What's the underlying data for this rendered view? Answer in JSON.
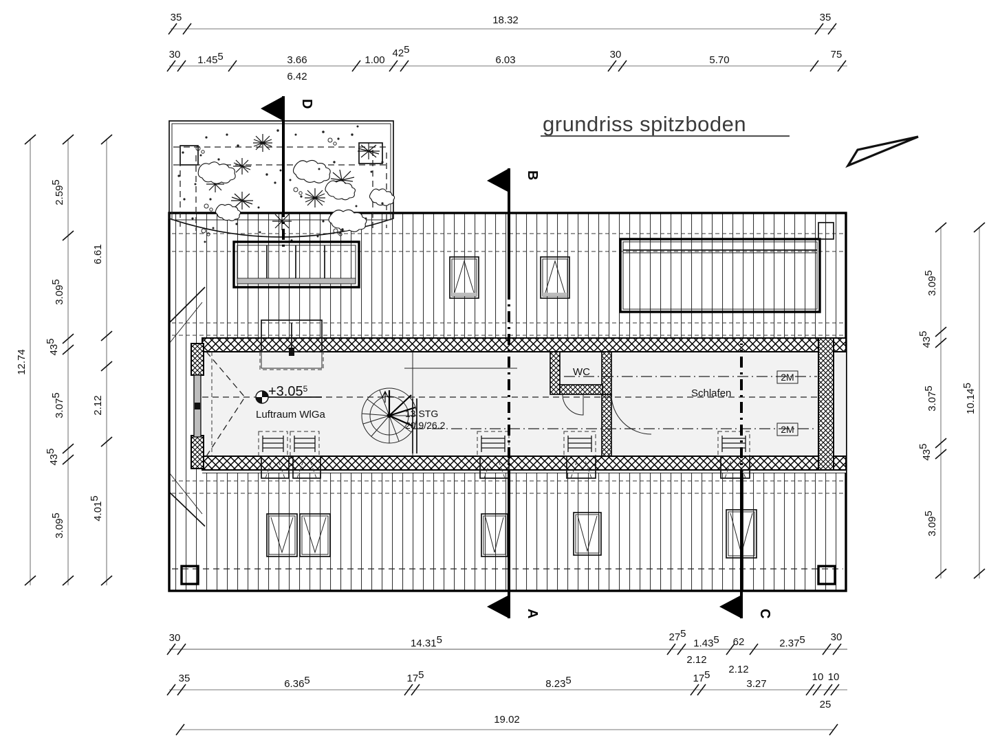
{
  "drawing": {
    "title": "grundriss spitzboden",
    "north_arrow_icon": "north-arrow-icon"
  },
  "rooms": [
    {
      "id": "luftraum",
      "label": "Luftraum WlGa"
    },
    {
      "id": "wc",
      "label": "WC"
    },
    {
      "id": "schlafen",
      "label": "Schlafen"
    }
  ],
  "annotations": {
    "level_value": "+3.05",
    "level_superscript": "5",
    "stair_count": "13 STG",
    "stair_rise_run": "20.9/26.2",
    "headroom_markers": [
      "2M",
      "2M"
    ]
  },
  "section_markers": [
    {
      "id": "D",
      "label": "D",
      "position": "top-left"
    },
    {
      "id": "B",
      "label": "B",
      "position": "top-middle"
    },
    {
      "id": "A",
      "label": "A",
      "position": "bottom-middle"
    },
    {
      "id": "C",
      "label": "C",
      "position": "bottom-right"
    }
  ],
  "dimensions": {
    "top_chain_1": {
      "end_left": "35",
      "span": "18.32",
      "end_right": "35"
    },
    "top_chain_2": {
      "segments": [
        "30",
        "1.45",
        "3.66",
        "1.00",
        "42",
        "6.03",
        "30",
        "5.70",
        "75"
      ],
      "segments_sup": [
        "",
        "5",
        "",
        "",
        "5",
        "",
        "",
        "",
        ""
      ],
      "below_label": "6.42"
    },
    "left_chain_total": {
      "value": "12.74"
    },
    "left_chain_fine": {
      "segments": [
        "2.59",
        "3.09",
        "43",
        "3.07",
        "43",
        "3.09"
      ],
      "segments_sup": [
        "5",
        "5",
        "5",
        "5",
        "5",
        "5"
      ]
    },
    "left_chain_group": {
      "segments": [
        "6.61",
        "2.12",
        "4.01"
      ],
      "segments_sup": [
        "",
        "",
        "5"
      ]
    },
    "right_chain_fine": {
      "segments": [
        "3.09",
        "43",
        "3.07",
        "43",
        "3.09"
      ],
      "segments_sup": [
        "5",
        "5",
        "5",
        "5",
        "5"
      ]
    },
    "right_chain_total": {
      "value": "10.14",
      "sup": "5"
    },
    "bottom_chain_1": {
      "segments": [
        "30",
        "14.31",
        "27",
        "1.43",
        "62",
        "2.37",
        "30"
      ],
      "segments_sup": [
        "",
        "5",
        "5",
        "5",
        "",
        "5",
        ""
      ],
      "sub_labels": [
        "2.12",
        "2.12"
      ]
    },
    "bottom_chain_2": {
      "segments": [
        "35",
        "6.36",
        "17",
        "8.23",
        "17",
        "3.27",
        "10",
        "10"
      ],
      "segments_sup": [
        "",
        "5",
        "5",
        "5",
        "5",
        "",
        "",
        ""
      ],
      "sub_label": "25"
    },
    "bottom_chain_total": {
      "value": "19.02"
    }
  }
}
